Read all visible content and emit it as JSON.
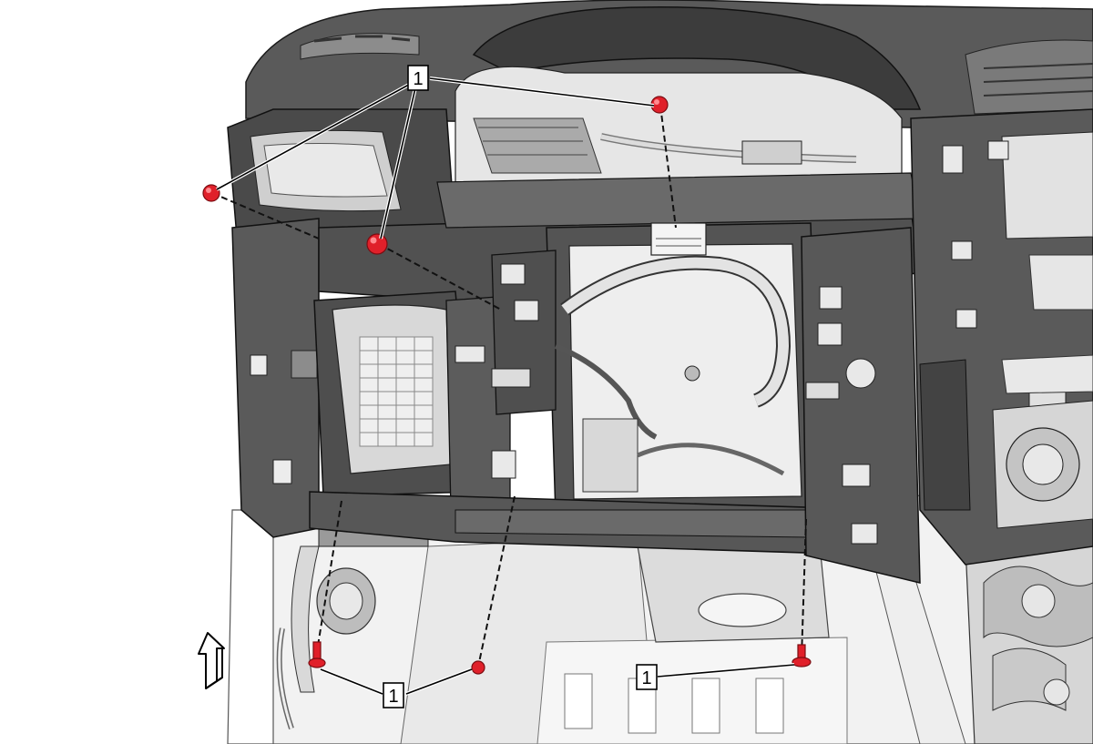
{
  "callouts": [
    {
      "id": "top",
      "label": "1"
    },
    {
      "id": "bottom-left",
      "label": "1"
    },
    {
      "id": "bottom-right",
      "label": "1"
    }
  ],
  "fasteners": [
    {
      "id": "f-top-left",
      "type": "bolt"
    },
    {
      "id": "f-upper-left",
      "type": "bolt"
    },
    {
      "id": "f-upper-center",
      "type": "bolt"
    },
    {
      "id": "f-lower-left-1",
      "type": "bolt"
    },
    {
      "id": "f-lower-left-2",
      "type": "bolt"
    },
    {
      "id": "f-lower-right",
      "type": "bolt"
    }
  ],
  "colors": {
    "fastener": "#e0202a",
    "panel_dark": "#4a4a4a",
    "panel_mid": "#6e6e6e",
    "panel_light": "#d8d8d8",
    "outline": "#1a1a1a"
  },
  "icons": {
    "direction_indicator": "up-arrow-icon"
  }
}
